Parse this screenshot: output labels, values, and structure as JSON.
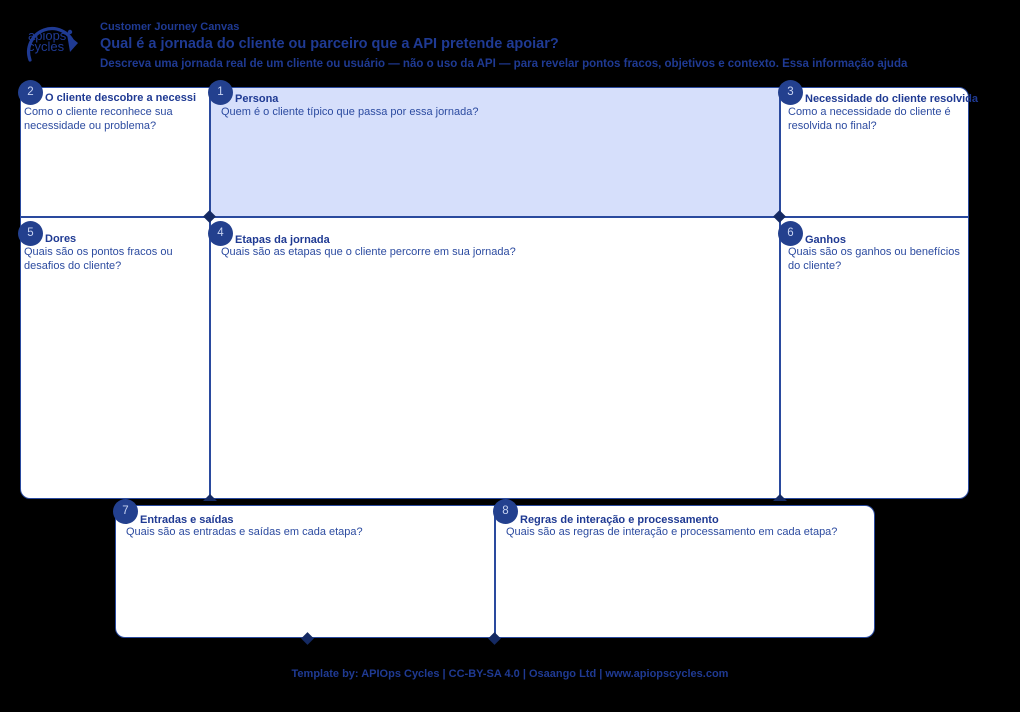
{
  "header": {
    "logo_icon": "apiops-cycles-circular-arrow-logo",
    "logo_text_line1": "apiops",
    "logo_text_line2": "cycles",
    "subtitle": "Customer Journey Canvas",
    "title": "Qual é a jornada do cliente ou parceiro que a API pretende apoiar?",
    "description": "Descreva uma jornada real de um cliente ou usuário — não o uso da API — para revelar pontos fracos, objetivos e contexto. Essa informação ajuda"
  },
  "cards": [
    {
      "number": "2",
      "title": "O cliente descobre a necessi",
      "body": "Como o cliente reconhece sua necessidade ou problema?",
      "tinted": false
    },
    {
      "number": "1",
      "title": "Persona",
      "body": "Quem é o cliente típico que passa por essa jornada?",
      "tinted": true
    },
    {
      "number": "3",
      "title": "Necessidade do cliente resolvida",
      "body": "Como a necessidade do cliente é resolvida no final?",
      "tinted": false
    },
    {
      "number": "5",
      "title": "Dores",
      "body": "Quais são os pontos fracos ou desafios do cliente?",
      "tinted": false
    },
    {
      "number": "4",
      "title": "Etapas da jornada",
      "body": "Quais são as etapas que o cliente percorre em sua jornada?",
      "tinted": false
    },
    {
      "number": "6",
      "title": "Ganhos",
      "body": "Quais são os ganhos ou benefícios do cliente?",
      "tinted": false
    },
    {
      "number": "7",
      "title": "Entradas e saídas",
      "body": "Quais são as entradas e saídas em cada etapa?",
      "tinted": false
    },
    {
      "number": "8",
      "title": "Regras de interação e processamento",
      "body": "Quais são as regras de interação e processamento em cada etapa?",
      "tinted": false
    }
  ],
  "footer": {
    "text": "Template by: APIOps Cycles | CC-BY-SA 4.0 | Osaango Ltd | www.apiopscycles.com"
  },
  "colors": {
    "background": "#000000",
    "brand_blue": "#1f3a93",
    "badge_navy": "#23408e",
    "card_border": "#2a4a9e",
    "card_fill": "#ffffff",
    "card_fill_tinted": "#d6dffb",
    "body_text": "#2c4ba0"
  }
}
